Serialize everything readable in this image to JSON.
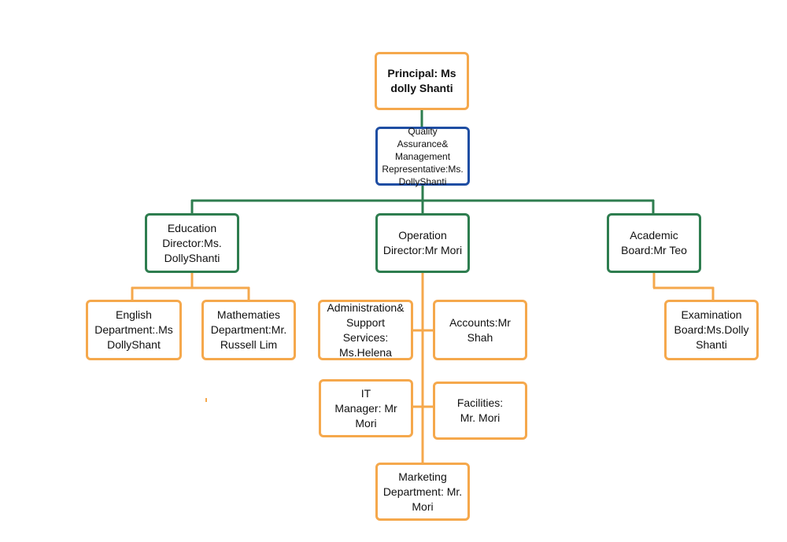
{
  "org_chart": {
    "principal": "Principal: Ms\ndolly Shanti",
    "quality_assurance": "Quality Assurance&\nManagement\nRepresentative:Ms.\nDollyShanti",
    "education_director": "Education\nDirector:Ms.\nDollyShanti",
    "operation_director": "Operation\nDirector:Mr Mori",
    "academic_board": "Academic\nBoard:Mr Teo",
    "english_department": "English\nDepartment:.Ms\nDollyShant",
    "mathematics_department": "Mathematies\nDepartment:Mr.\nRussell Lim",
    "administration_support": "Administration&\nSupport\nServices:\nMs.Helena",
    "accounts": "Accounts:Mr\nShah",
    "examination_board": "Examination\nBoard:Ms.Dolly\nShanti",
    "it_manager": "IT\nManager: Mr Mori",
    "facilities": "Facilities:\nMr. Mori",
    "marketing_department": "Marketing\nDepartment: Mr.\nMori"
  },
  "colors": {
    "orange": "#f5a84c",
    "green": "#2e7d4f",
    "blue": "#1f4ea3"
  }
}
